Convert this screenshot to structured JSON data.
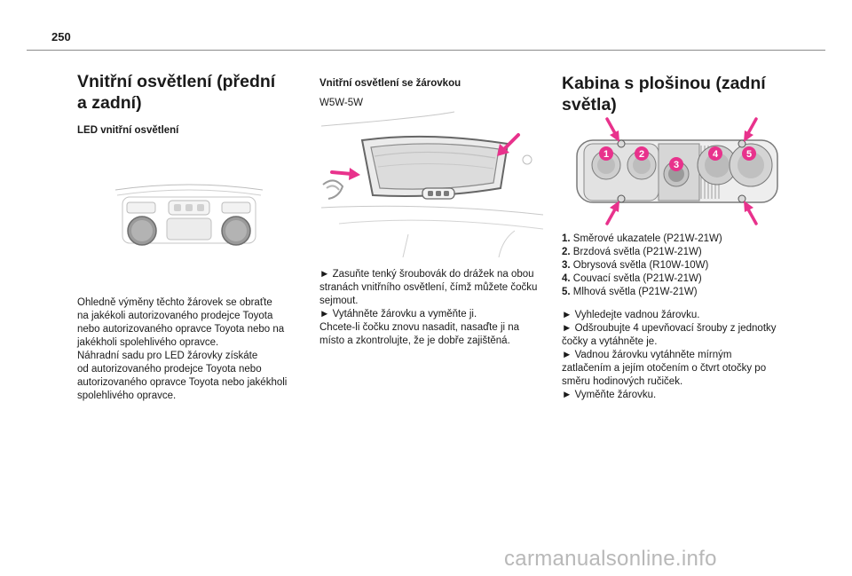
{
  "page_number": "250",
  "col1": {
    "title_line1": "Vnitřní osvětlení (přední",
    "title_line2": "a zadní)",
    "subtitle": "LED vnitřní osvětlení",
    "body": [
      "Ohledně výměny těchto žárovek se obraťte",
      "na jakékoli autorizovaného prodejce Toyota",
      "nebo autorizovaného opravce Toyota nebo na",
      "jakékholi spolehlivého opravce.",
      "Náhradní sadu pro LED žárovky získáte",
      "od autorizovaného prodejce Toyota nebo",
      "autorizovaného opravce Toyota nebo jakékholi",
      "spolehlivého opravce."
    ]
  },
  "col2": {
    "title": "Vnitřní osvětlení se žárovkou",
    "bulb": "W5W-5W",
    "body": [
      "►  Zasuňte tenký šroubovák do drážek na obou",
      "stranách vnitřního osvětlení, čímž můžete čočku",
      "sejmout.",
      "►  Vytáhněte žárovku a vyměňte ji.",
      "Chcete-li čočku znovu nasadit, nasaďte ji na",
      "místo a zkontrolujte, že je dobře zajištěná."
    ]
  },
  "col3": {
    "title_line1": "Kabina s plošinou (zadní",
    "title_line2": "světla)",
    "markers": [
      "1",
      "2",
      "3",
      "4",
      "5"
    ],
    "items": [
      {
        "num": "1.",
        "text": "Směrové ukazatele (P21W-21W)"
      },
      {
        "num": "2.",
        "text": "Brzdová světla (P21W-21W)"
      },
      {
        "num": "3.",
        "text": "Obrysová světla (R10W-10W)"
      },
      {
        "num": "4.",
        "text": "Couvací světla (P21W-21W)"
      },
      {
        "num": "5.",
        "text": "Mlhová světla (P21W-21W)"
      }
    ],
    "body": [
      "►  Vyhledejte vadnou žárovku.",
      "►  Odšroubujte 4 upevňovací šrouby z jednotky",
      "čočky a vytáhněte je.",
      "►  Vadnou žárovku vytáhněte mírným",
      "zatlačením a jejím otočením o čtvrt otočky po",
      "směru hodinových ručiček.",
      "►  Vyměňte žárovku."
    ]
  },
  "watermark": "carmanualsonline.info",
  "colors": {
    "accent": "#e8328c"
  }
}
